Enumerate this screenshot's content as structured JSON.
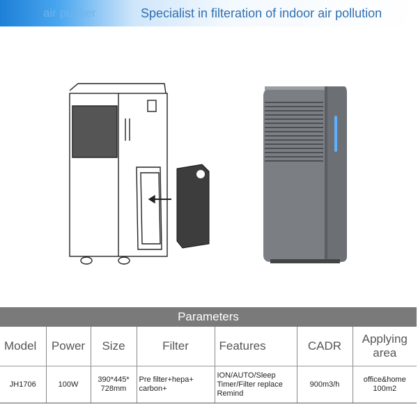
{
  "banner": {
    "left_text": "air purifier",
    "right_text": "Specialist in filteration of indoor  air pollution"
  },
  "params": {
    "title": "Parameters",
    "headers": [
      "Model",
      "Power",
      "Size",
      "Filter",
      "Features",
      "CADR",
      "Applying area"
    ],
    "row": {
      "model": "JH1706",
      "power": "100W",
      "size_line1": "390*445*",
      "size_line2": "728mm",
      "filter_line1": "Pre filter+hepa+",
      "filter_line2": "carbon+",
      "features_line1": "ION/AUTO/Sleep",
      "features_line2": "Timer/Filter replace",
      "features_line3": "Remind",
      "cadr": "900m3/h",
      "area_line1": "office&home",
      "area_line2": "100m2"
    }
  },
  "colors": {
    "banner_blue": "#1d7fd6",
    "header_gray": "#7a7a7a",
    "purifier_body": "#7b7f84",
    "indicator_blue": "#5fb0ff"
  }
}
